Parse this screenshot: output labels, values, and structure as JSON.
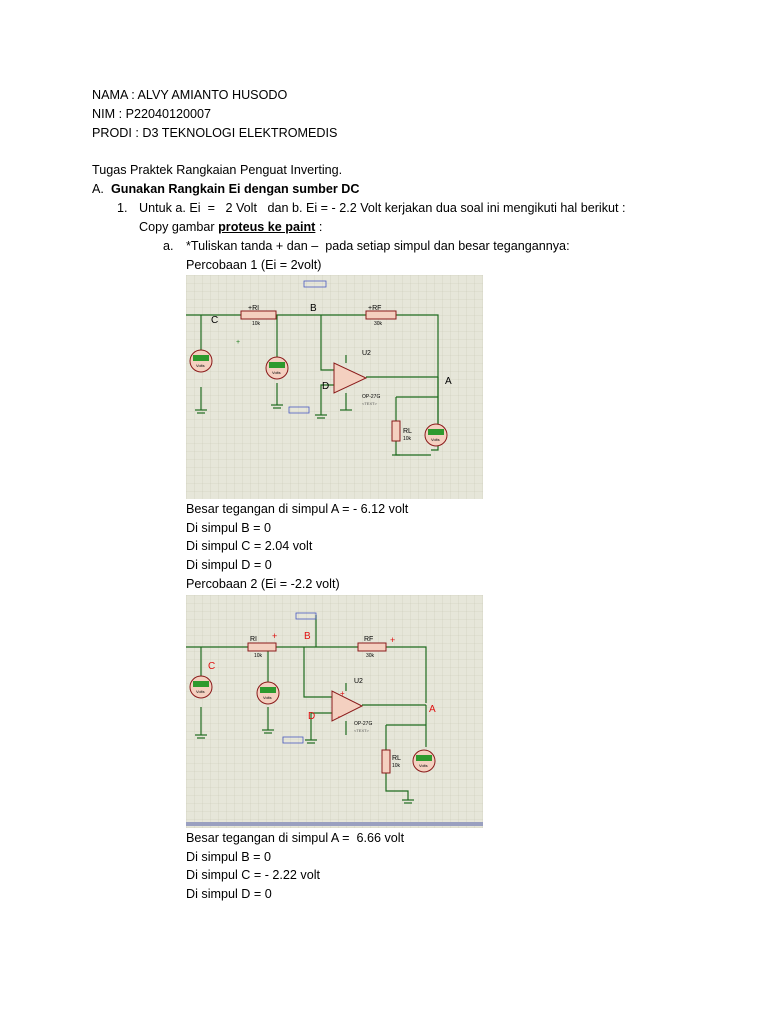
{
  "header": {
    "nama": "NAMA : ALVY AMIANTO HUSODO",
    "nim": "NIM : P22040120007",
    "prodi": "PRODI : D3 TEKNOLOGI ELEKTROMEDIS"
  },
  "task": {
    "title": "Tugas Praktek Rangkaian Penguat Inverting.",
    "section_marker": "A.",
    "section_text": "Gunakan Rangkain Ei dengan sumber DC",
    "item1_marker": "1.",
    "item1_text": "Untuk a. Ei  =   2 Volt   dan b. Ei = - 2.2 Volt kerjakan dua soal ini mengikuti hal berikut :",
    "copy_prefix": "Copy gambar ",
    "copy_bold": "proteus ke paint",
    "copy_suffix": " :",
    "sub_a_marker": "a.",
    "sub_a_text": "*Tuliskan tanda + dan –  pada setiap simpul dan besar tegangannya:"
  },
  "exp1": {
    "title": "Percobaan 1 (Ei = 2volt)",
    "result_a": "Besar tegangan di simpul A = - 6.12 volt",
    "result_b": "Di simpul B = 0",
    "result_c": "Di simpul C = 2.04 volt",
    "result_d": "Di simpul D = 0",
    "circuit": {
      "node_a": "A",
      "node_b": "B",
      "node_c": "C",
      "node_d": "D",
      "ri": "+RI",
      "rf": "+RF",
      "u2": "U2",
      "rl": "RL",
      "ri_val": "10k",
      "rf_val": "30k",
      "rl_val": "10k",
      "opamp": "OP-27G",
      "text_tag": "<TEXT>",
      "meter_label": "Volts"
    }
  },
  "exp2": {
    "title": "Percobaan 2 (Ei = -2.2 volt)",
    "result_a": "Besar tegangan di simpul A =  6.66 volt",
    "result_b": "Di simpul B = 0",
    "result_c": "Di simpul C = - 2.22 volt",
    "result_d": "Di simpul D = 0",
    "circuit": {
      "node_a": "A",
      "node_b": "B",
      "node_c": "C",
      "node_d": "D",
      "ri": "RI",
      "rf": "RF",
      "u2": "U2",
      "rl": "RL",
      "ri_val": "10k",
      "rf_val": "30k",
      "rl_val": "10k",
      "opamp": "OP-27G",
      "text_tag": "<TEXT>",
      "meter_label": "Volts"
    }
  },
  "colors": {
    "grid_bg": "#e6e6d9",
    "wire": "#1f6b1f",
    "label_red": "#e01010",
    "component": "#8a1a1a"
  }
}
